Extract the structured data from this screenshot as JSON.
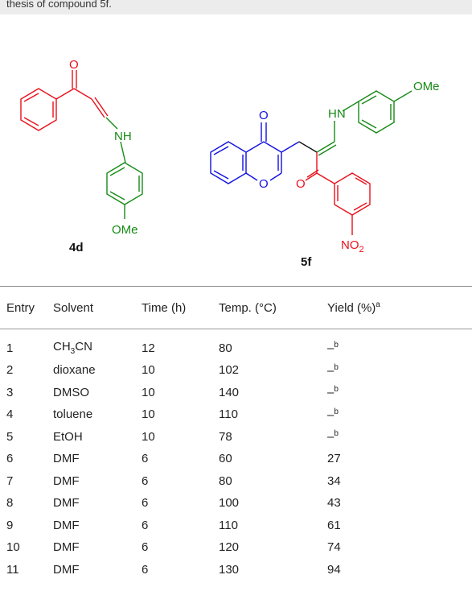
{
  "caption": "thesis of compound 5f.",
  "scheme": {
    "compound_a": {
      "label": "4d",
      "atoms": {
        "carbonyl_o": "O",
        "amine": "NH",
        "methoxy": "OMe"
      }
    },
    "compound_b": {
      "label": "5f",
      "atoms": {
        "chromone_carbonyl_o": "O",
        "ring_o": "O",
        "ketone_o": "O",
        "amine": "HN",
        "methoxy": "OMe",
        "nitro": "NO",
        "nitro_sub": "2"
      }
    },
    "colors": {
      "red": "#e8101a",
      "green": "#168a16",
      "blue": "#1010e0",
      "black": "#111111"
    }
  },
  "table": {
    "headers": {
      "entry": "Entry",
      "solvent": "Solvent",
      "time": "Time (h)",
      "temp": "Temp. (°C)",
      "yield": "Yield (%)",
      "yield_sup": "a"
    },
    "rows": [
      {
        "entry": "1",
        "solvent": "CH",
        "solvent_sub": "3",
        "solvent_tail": "CN",
        "time": "12",
        "temp": "80",
        "yield": "–",
        "yield_sup": "b"
      },
      {
        "entry": "2",
        "solvent": "dioxane",
        "time": "10",
        "temp": "102",
        "yield": "–",
        "yield_sup": "b"
      },
      {
        "entry": "3",
        "solvent": "DMSO",
        "time": "10",
        "temp": "140",
        "yield": "–",
        "yield_sup": "b"
      },
      {
        "entry": "4",
        "solvent": "toluene",
        "time": "10",
        "temp": "110",
        "yield": "–",
        "yield_sup": "b"
      },
      {
        "entry": "5",
        "solvent": "EtOH",
        "time": "10",
        "temp": "78",
        "yield": "–",
        "yield_sup": "b"
      },
      {
        "entry": "6",
        "solvent": "DMF",
        "time": "6",
        "temp": "60",
        "yield": "27"
      },
      {
        "entry": "7",
        "solvent": "DMF",
        "time": "6",
        "temp": "80",
        "yield": "34"
      },
      {
        "entry": "8",
        "solvent": "DMF",
        "time": "6",
        "temp": "100",
        "yield": "43"
      },
      {
        "entry": "9",
        "solvent": "DMF",
        "time": "6",
        "temp": "110",
        "yield": "61"
      },
      {
        "entry": "10",
        "solvent": "DMF",
        "time": "6",
        "temp": "120",
        "yield": "74"
      },
      {
        "entry": "11",
        "solvent": "DMF",
        "time": "6",
        "temp": "130",
        "yield": "94"
      }
    ]
  }
}
